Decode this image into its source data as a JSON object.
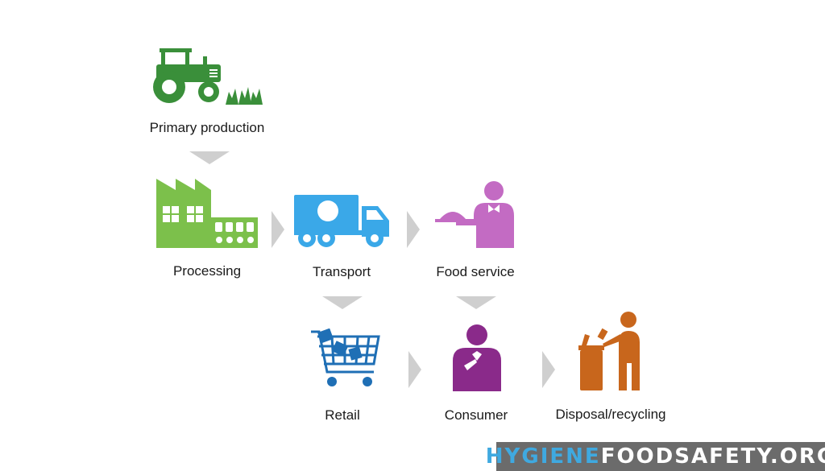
{
  "nodes": {
    "primary_production": "Primary production",
    "processing": "Processing",
    "transport": "Transport",
    "food_service": "Food service",
    "retail": "Retail",
    "consumer": "Consumer",
    "disposal": "Disposal/recycling"
  },
  "icons": {
    "primary_production": "tractor-icon",
    "processing": "factory-icon",
    "transport": "truck-icon",
    "food_service": "waiter-icon",
    "retail": "shopping-cart-icon",
    "consumer": "consumer-icon",
    "disposal": "recycling-person-icon"
  },
  "colors": {
    "primary_production": "#3a8f3a",
    "processing": "#7cc04b",
    "transport": "#3aa8e8",
    "food_service": "#c36bc3",
    "retail": "#1f6fb5",
    "consumer": "#8a2a8a",
    "disposal": "#c8661c",
    "arrow": "#cfcfcf"
  },
  "watermark": {
    "part1": "HYGIENE",
    "part2": "FOODSAFETY.ORG"
  }
}
